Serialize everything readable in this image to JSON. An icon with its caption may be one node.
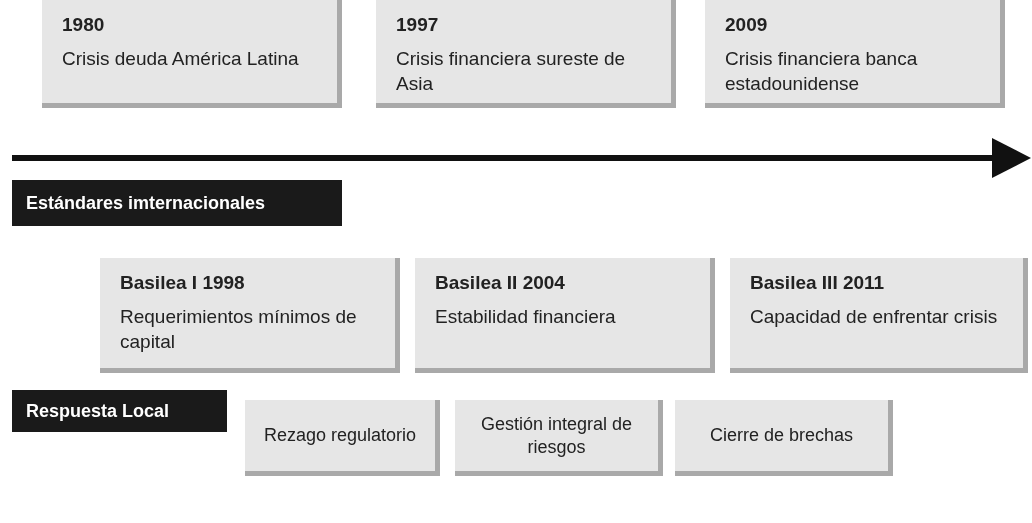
{
  "diagram": {
    "nodes": [
      {
        "text": [
          "1980",
          "Crisis deuda América Latina"
        ]
      },
      {
        "text": [
          "1997",
          "Crisis financiera sureste de Asia"
        ]
      },
      {
        "text": [
          "2009",
          "Crisis financiera banca estadounidense"
        ]
      },
      {
        "text": [
          "Estándares imternacionales"
        ]
      },
      {
        "text": [
          "Basilea I 1998",
          "Requerimientos mínimos de capital"
        ]
      },
      {
        "text": [
          "Basilea II 2004",
          "Estabilidad financiera"
        ]
      },
      {
        "text": [
          "Basilea III 2011",
          "Capacidad de enfrentar crisis"
        ]
      },
      {
        "text": [
          "Respuesta Local"
        ]
      },
      {
        "text": [
          "Rezago regulatorio"
        ]
      },
      {
        "text": [
          "Gestión integral de riesgos"
        ]
      },
      {
        "text": [
          "Cierre de brechas"
        ]
      }
    ]
  }
}
